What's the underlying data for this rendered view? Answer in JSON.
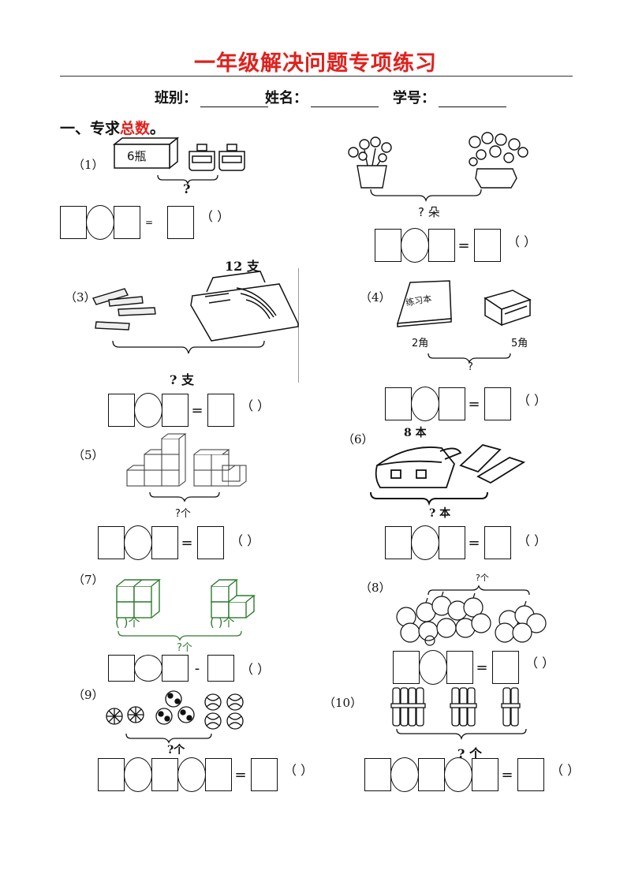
{
  "header": {
    "title": "一年级解决问题专项练习"
  },
  "info": {
    "class_label": "班别：",
    "name_label": "姓名：",
    "number_label": "学号："
  },
  "section": {
    "prefix": "一、专求",
    "highlight": "总数",
    "suffix": "。"
  },
  "problems": {
    "p1": {
      "num": "（1）",
      "box_label": "6瓶",
      "question": "?",
      "op": "=",
      "paren": "（ ）"
    },
    "p2": {
      "question": "? 朵",
      "op": "=",
      "paren": "（ ）"
    },
    "p3": {
      "num": "（3）",
      "count_label": "12 支",
      "question": "? 支",
      "op": "=",
      "paren": "（ ）"
    },
    "p4": {
      "num": "（4）",
      "price_left": "2角",
      "price_right": "5角",
      "question": "?",
      "op": "=",
      "paren": "（ ）"
    },
    "p5": {
      "num": "（5）",
      "question": "?个",
      "op": "=",
      "paren": "（ ）"
    },
    "p6": {
      "num": "（6）",
      "count_label": "8 本",
      "question": "? 本",
      "op": "=",
      "paren": "（ ）"
    },
    "p7": {
      "num": "（7）",
      "left_blank": "(   )个",
      "right_blank": "(   )个",
      "question": "?个",
      "op": "-",
      "paren": "（ ）"
    },
    "p8": {
      "num": "（8）",
      "question": "?个",
      "op": "=",
      "paren": "（ ）"
    },
    "p9": {
      "num": "（9）",
      "question": "?个",
      "op": "=",
      "paren": "（ ）"
    },
    "p10": {
      "num": "（10）",
      "question": "? 个",
      "op": "=",
      "paren": "（ ）"
    }
  }
}
